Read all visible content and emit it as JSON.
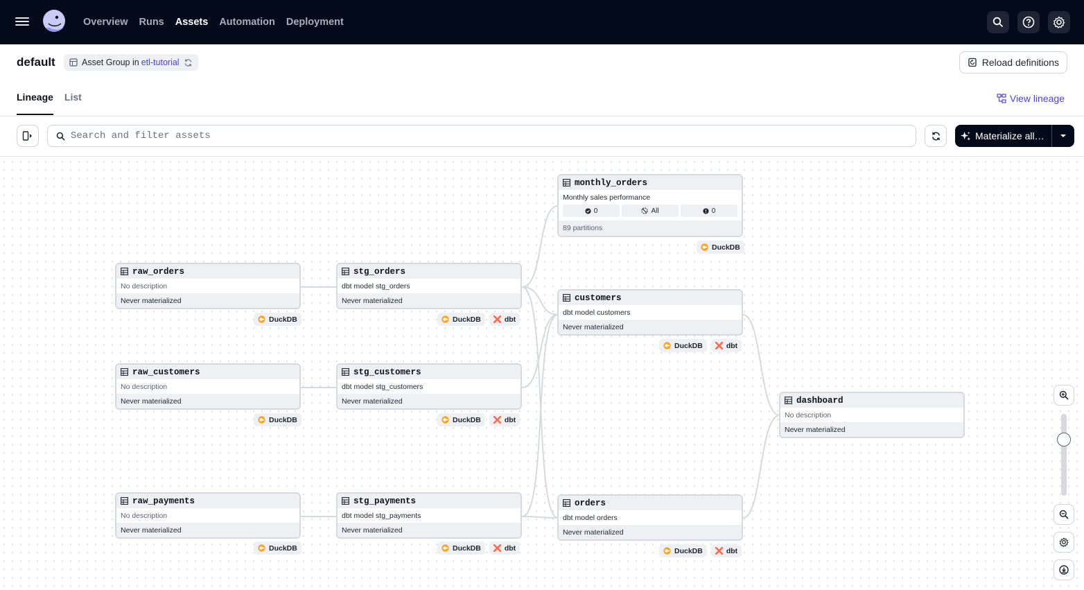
{
  "topbar": {
    "nav": [
      "Overview",
      "Runs",
      "Assets",
      "Automation",
      "Deployment"
    ],
    "active_nav": "Assets",
    "icons": [
      "search-icon",
      "help-icon",
      "settings-icon"
    ]
  },
  "header": {
    "title": "default",
    "group_tag": {
      "prefix": "Asset Group in",
      "location": "etl-tutorial"
    },
    "reload_label": "Reload definitions",
    "tabs": [
      "Lineage",
      "List"
    ],
    "active_tab": "Lineage",
    "view_lineage_label": "View lineage"
  },
  "toolbar": {
    "search_placeholder": "Search and filter assets",
    "materialize_label": "Materialize all…"
  },
  "nodes": {
    "raw_orders": {
      "name": "raw_orders",
      "desc": "No description",
      "status": "Never materialized",
      "tags": [
        "DuckDB"
      ]
    },
    "raw_customers": {
      "name": "raw_customers",
      "desc": "No description",
      "status": "Never materialized",
      "tags": [
        "DuckDB"
      ]
    },
    "raw_payments": {
      "name": "raw_payments",
      "desc": "No description",
      "status": "Never materialized",
      "tags": [
        "DuckDB"
      ]
    },
    "stg_orders": {
      "name": "stg_orders",
      "desc": "dbt model stg_orders",
      "status": "Never materialized",
      "tags": [
        "DuckDB",
        "dbt"
      ]
    },
    "stg_customers": {
      "name": "stg_customers",
      "desc": "dbt model stg_customers",
      "status": "Never materialized",
      "tags": [
        "DuckDB",
        "dbt"
      ]
    },
    "stg_payments": {
      "name": "stg_payments",
      "desc": "dbt model stg_payments",
      "status": "Never materialized",
      "tags": [
        "DuckDB",
        "dbt"
      ]
    },
    "monthly_orders": {
      "name": "monthly_orders",
      "desc": "Monthly sales performance",
      "partitions": {
        "materialized": "0",
        "missing": "All",
        "failed": "0",
        "total": "89 partitions"
      },
      "tags": [
        "DuckDB"
      ]
    },
    "customers": {
      "name": "customers",
      "desc": "dbt model customers",
      "status": "Never materialized",
      "tags": [
        "DuckDB",
        "dbt"
      ]
    },
    "orders": {
      "name": "orders",
      "desc": "dbt model orders",
      "status": "Never materialized",
      "tags": [
        "DuckDB",
        "dbt"
      ]
    },
    "dashboard": {
      "name": "dashboard",
      "desc": "No description",
      "status": "Never materialized",
      "tags": []
    }
  },
  "colors": {
    "topbar": "#030a1a",
    "link": "#4f43dd",
    "duckdb": "#f5a623",
    "dbt": "#ff694a"
  }
}
